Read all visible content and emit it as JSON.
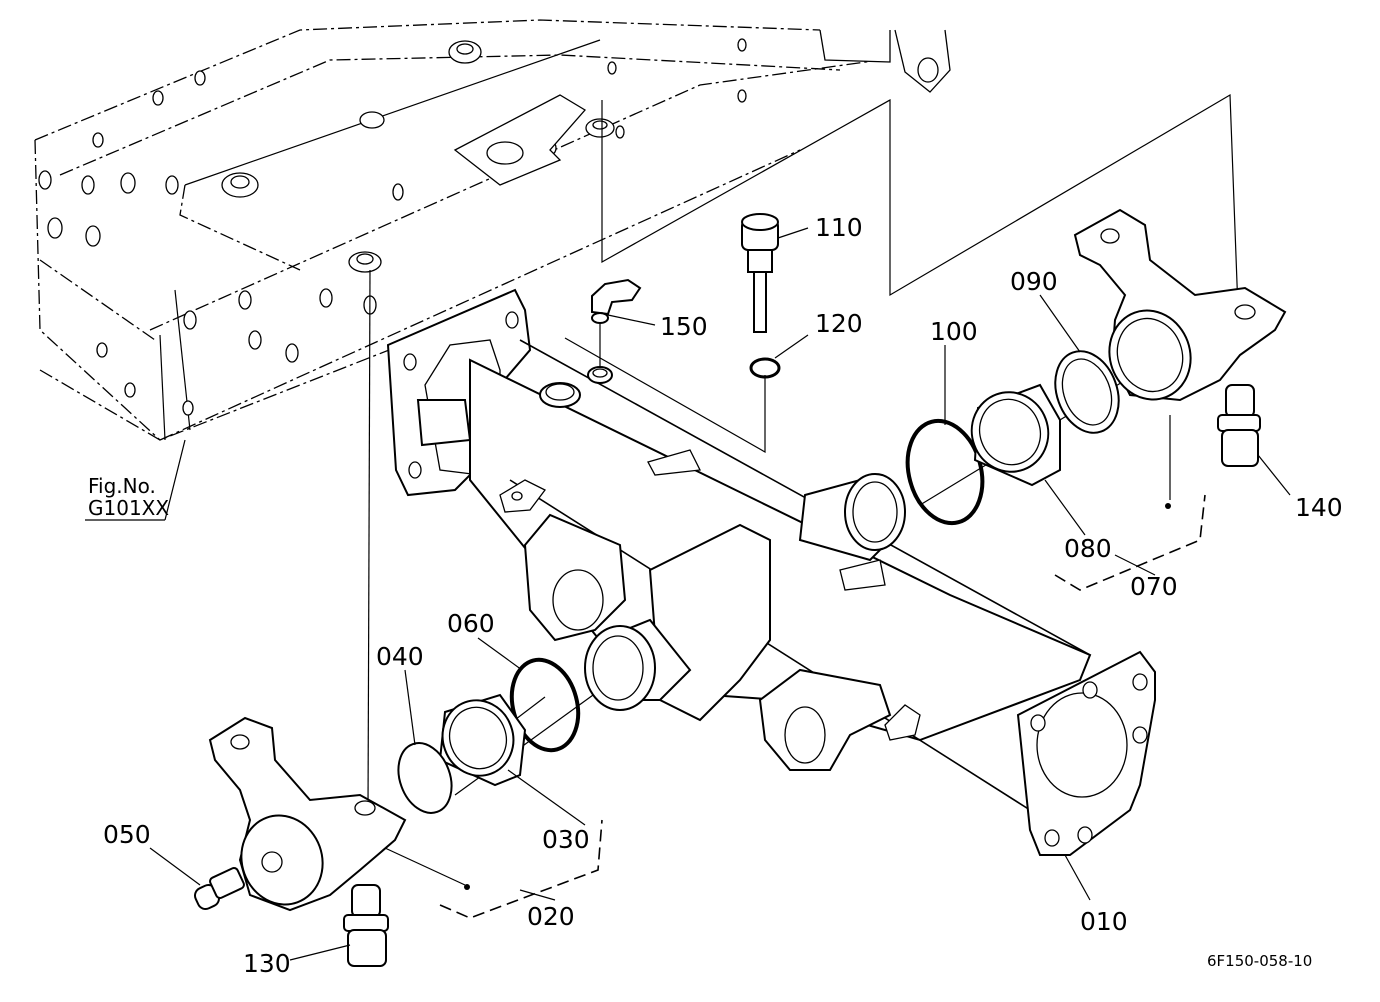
{
  "figure": {
    "reference_label": "Fig.No.",
    "reference_number": "G101XX",
    "document_id": "6F150-058-10"
  },
  "callouts": [
    {
      "id": "c010",
      "label": "010"
    },
    {
      "id": "c020",
      "label": "020"
    },
    {
      "id": "c030",
      "label": "030"
    },
    {
      "id": "c040",
      "label": "040"
    },
    {
      "id": "c050",
      "label": "050"
    },
    {
      "id": "c060",
      "label": "060"
    },
    {
      "id": "c070",
      "label": "070"
    },
    {
      "id": "c080",
      "label": "080"
    },
    {
      "id": "c090",
      "label": "090"
    },
    {
      "id": "c100",
      "label": "100"
    },
    {
      "id": "c110",
      "label": "110"
    },
    {
      "id": "c120",
      "label": "120"
    },
    {
      "id": "c130",
      "label": "130"
    },
    {
      "id": "c140",
      "label": "140"
    },
    {
      "id": "c150",
      "label": "150"
    }
  ]
}
